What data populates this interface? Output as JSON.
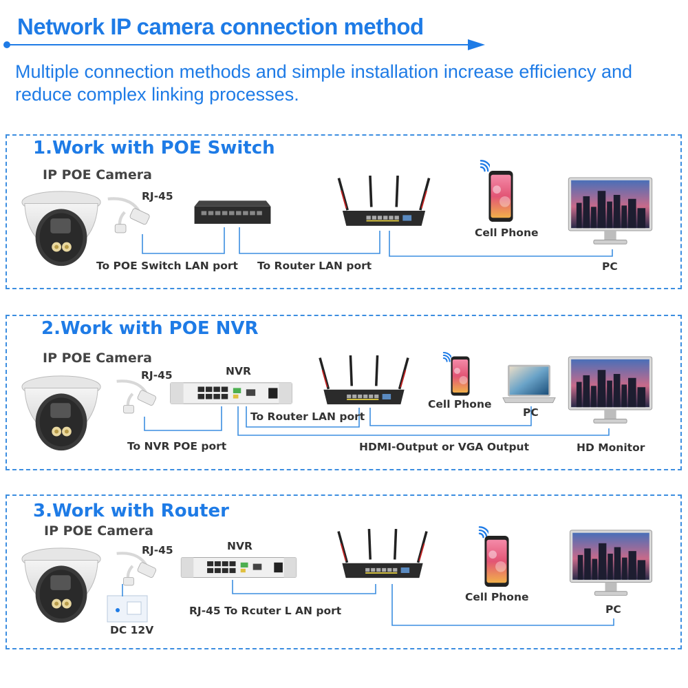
{
  "header": {
    "title": "Network IP camera connection method",
    "subtitle": "Multiple connection methods and simple installation increase efficiency and reduce complex linking processes."
  },
  "sections": [
    {
      "title": "1.Work with POE Switch",
      "camera_label": "IP POE Camera",
      "rj45_label": "RJ-45",
      "labels": {
        "switch_port": "To POE Switch LAN port",
        "router_port": "To Router LAN port",
        "cell_phone": "Cell Phone",
        "pc": "PC"
      }
    },
    {
      "title": "2.Work with POE NVR",
      "camera_label": "IP POE Camera",
      "rj45_label": "RJ-45",
      "labels": {
        "nvr": "NVR",
        "router_port": "To Router LAN port",
        "cell_phone": "Cell Phone",
        "pc": "PC",
        "nvr_port": "To NVR POE port",
        "hdmi": "HDMI-Output or VGA Output",
        "monitor": "HD Monitor"
      }
    },
    {
      "title": "3.Work with Router",
      "camera_label": "IP POE Camera",
      "rj45_label": "RJ-45",
      "labels": {
        "nvr": "NVR",
        "dc": "DC 12V",
        "router_port": "RJ-45 To Rcuter L AN port",
        "cell_phone": "Cell Phone",
        "pc": "PC"
      }
    }
  ],
  "colors": {
    "accent": "#1e7be6",
    "line": "#3b8de0",
    "device_dark": "#2b2b2b"
  }
}
